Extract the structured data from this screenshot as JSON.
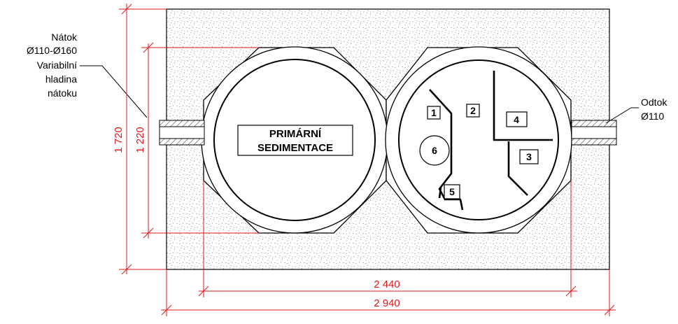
{
  "labels": {
    "inlet_1": "Nátok",
    "inlet_2": "Ø110-Ø160",
    "inlet_3": "Variabilní",
    "inlet_4": "hladina",
    "inlet_5": "nátoku",
    "outlet_1": "Odtok",
    "outlet_2": "Ø110",
    "tank_title_1": "PRIMÁRNÍ",
    "tank_title_2": "SEDIMENTACE"
  },
  "chambers": [
    "1",
    "2",
    "3",
    "4",
    "5",
    "6"
  ],
  "dimensions": {
    "total_height": "1 720",
    "tank_height": "1 220",
    "inner_width": "2 440",
    "total_width": "2 940"
  },
  "colors": {
    "line": "#000000",
    "dimension": "#e0191e",
    "fill": "#ffffff"
  }
}
